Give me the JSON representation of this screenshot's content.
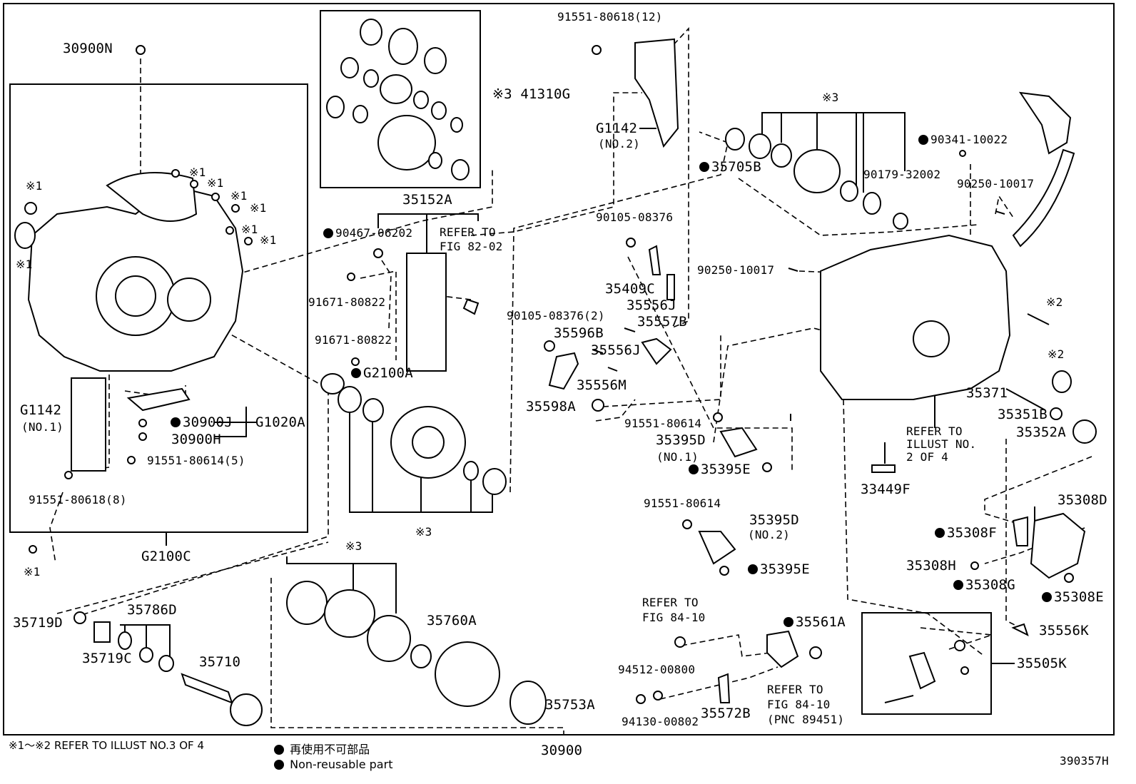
{
  "diagram_id": "390357H",
  "footnote": "※1～※2 REFER TO ILLUST NO.3 OF 4",
  "legend": {
    "jp": "再使用不可部品",
    "en": "Non-reusable part"
  },
  "main_part": "30900",
  "callouts": {
    "p30900N": "30900N",
    "g2100c": "G2100C",
    "g1142_no1": "G1142",
    "no1": "(NO.1)",
    "p30900j": "30900J",
    "p30900h": "30900H",
    "g1020a": "G1020A",
    "p91551_80614_5": "91551-80614(5)",
    "p91551_80618_8": "91551-80618(8)",
    "ref1_a": "※1",
    "ref1_b": "※1",
    "ref1_c": "※1",
    "ref1_d": "※1",
    "ref1_e": "※1",
    "ref1_f": "※1",
    "ref1_g": "※1",
    "ref1_h": "※1",
    "ref1_i": "※1",
    "p41310g": "※3 41310G",
    "p35152a": "35152A",
    "p90467_06202": "90467-06202",
    "p91671_80822_a": "91671-80822",
    "p91671_80822_b": "91671-80822",
    "pg2100a": "G2100A",
    "refer_82_02_a": "REFER TO",
    "refer_82_02_b": "FIG 82-02",
    "ref3_diff": "※3",
    "p91551_80618_12": "91551-80618(12)",
    "g1142_no2": "G1142",
    "no2": "(NO.2)",
    "p90105_08376": "90105-08376",
    "p35409c": "35409C",
    "p35556j_a": "35556J",
    "p35557b": "35557B",
    "p90105_08376_2": "90105-08376(2)",
    "p35596b": "35596B",
    "p35556j_b": "35556J",
    "p35556m": "35556M",
    "p35598a": "35598A",
    "p35705b": "35705B",
    "ref3_top": "※3",
    "p90179_32002": "90179-32002",
    "p90341_10022": "90341-10022",
    "p90250_10017_a": "90250-10017",
    "p90250_10017_b": "90250-10017",
    "ref2_a": "※2",
    "ref2_b": "※2",
    "p35371": "35371",
    "p35351b": "35351B",
    "p35352a": "35352A",
    "refer_illust_a": "REFER TO",
    "refer_illust_b": "ILLUST NO.",
    "refer_illust_c": "2 OF 4",
    "p33449f": "33449F",
    "p91551_80614_a": "91551-80614",
    "p35395d_no1": "35395D",
    "no1_b": "(NO.1)",
    "p35395e_a": "35395E",
    "p91551_80614_b": "91551-80614",
    "p35395d_no2": "35395D",
    "no2_b": "(NO.2)",
    "p35395e_b": "35395E",
    "p35308d": "35308D",
    "p35308f": "35308F",
    "p35308h": "35308H",
    "p35308g": "35308G",
    "p35308e": "35308E",
    "p35556k": "35556K",
    "p35505k": "35505K",
    "p35561a": "35561A",
    "refer_84_10_a1": "REFER TO",
    "refer_84_10_a2": "FIG 84-10",
    "refer_84_10_b1": "REFER TO",
    "refer_84_10_b2": "FIG 84-10",
    "refer_84_10_b3": "(PNC 89451)",
    "p94512_00800": "94512-00800",
    "p94130_00802": "94130-00802",
    "p35572b": "35572B",
    "p35719d": "35719D",
    "p35786d": "35786D",
    "p35719c": "35719C",
    "p35710": "35710",
    "ref3_bot": "※3",
    "p35760a": "35760A",
    "p35753a": "35753A"
  }
}
